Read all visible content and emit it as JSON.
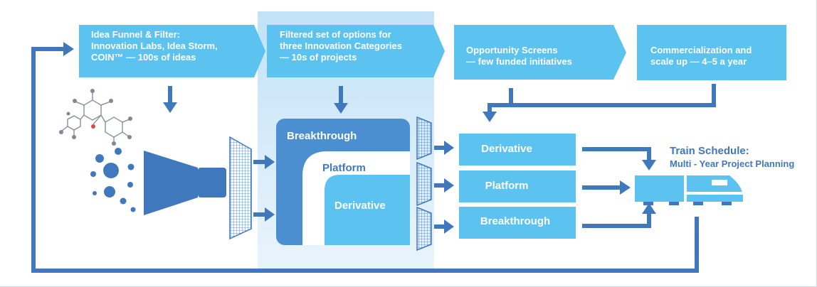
{
  "stages": [
    {
      "label": "Idea Funnel & Filter:\nInnovation Labs, Idea Storm,\nCOIN™ — 100s of ideas"
    },
    {
      "label": "Filtered set of options for\nthree Innovation Categories\n— 10s of projects"
    },
    {
      "label": "Opportunity Screens\n— few funded initiatives"
    },
    {
      "label": "Commercialization and\nscale up —  4–5 a year"
    }
  ],
  "nested_categories": {
    "outer": "Breakthrough",
    "middle": "Platform",
    "inner": "Derivative"
  },
  "screened_boxes": [
    "Derivative",
    "Platform",
    "Breakthrough"
  ],
  "train": {
    "title": "Train Schedule:",
    "subtitle": "Multi - Year Project Planning"
  },
  "colors": {
    "light_blue": "#5cc3f0",
    "mid_blue": "#4b8fd0",
    "dark_blue": "#3f78bd",
    "panel_bg": "#d3e9f8"
  }
}
